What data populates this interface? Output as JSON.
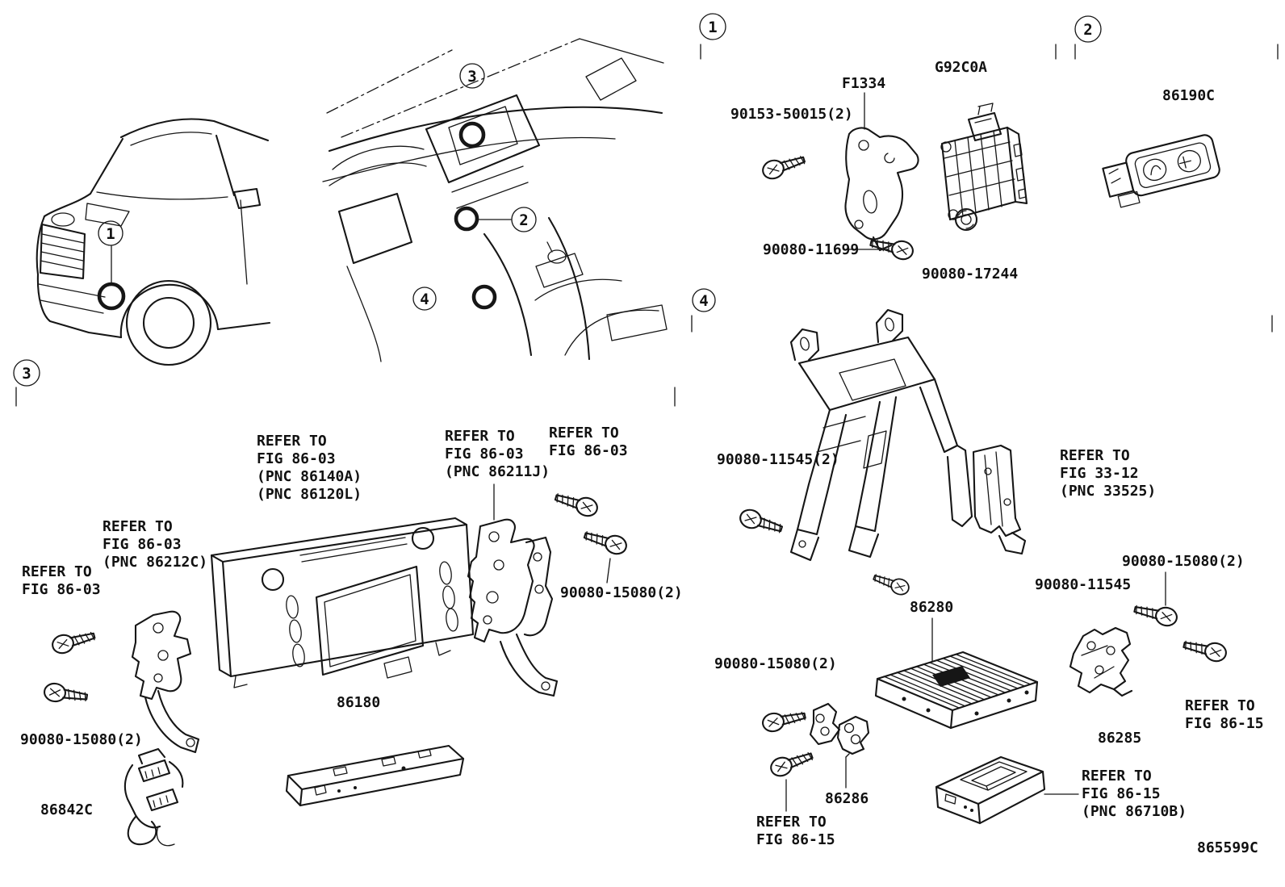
{
  "doc": {
    "figure_code": "865599C"
  },
  "sections": {
    "s1": "1",
    "s2": "2",
    "s3": "3",
    "s4": "4"
  },
  "callouts": {
    "c1": "1",
    "c2": "2",
    "c3": "3",
    "c4": "4"
  },
  "labels": {
    "f1334": "F1334",
    "g92c0a": "G92C0A",
    "s1_screw": "90153-50015(2)",
    "s1_bolt": "90080-11699",
    "s1_nut": "90080-17244",
    "switch": "86190C",
    "s4_screw_top": "90080-11545(2)",
    "s4_refer_3312": "REFER TO\nFIG 33-12\n(PNC 33525)",
    "s4_screw_mid": "90080-11545",
    "s4_screw_right": "90080-15080(2)",
    "amp": "86280",
    "s4_screw_left": "90080-15080(2)",
    "bracket_86285": "86285",
    "s4_refer_8615_right": "REFER TO\nFIG 86-15",
    "bracket_86286": "86286",
    "s4_refer_8615_left": "REFER TO\nFIG 86-15",
    "s4_refer_8615_pnc": "REFER TO\nFIG 86-15\n(PNC 86710B)",
    "s3_refer_head": "REFER TO\nFIG 86-03\n(PNC 86140A)\n(PNC 86120L)",
    "s3_refer_86211j": "REFER TO\nFIG 86-03\n(PNC 86211J)",
    "s3_refer_tr": "REFER TO\nFIG 86-03",
    "s3_refer_86212c": "REFER TO\nFIG 86-03\n(PNC 86212C)",
    "s3_refer_left": "REFER TO\nFIG 86-03",
    "s3_screw_right": "90080-15080(2)",
    "s3_screw_left": "90080-15080(2)",
    "receiver": "86180",
    "wire": "86842C"
  }
}
